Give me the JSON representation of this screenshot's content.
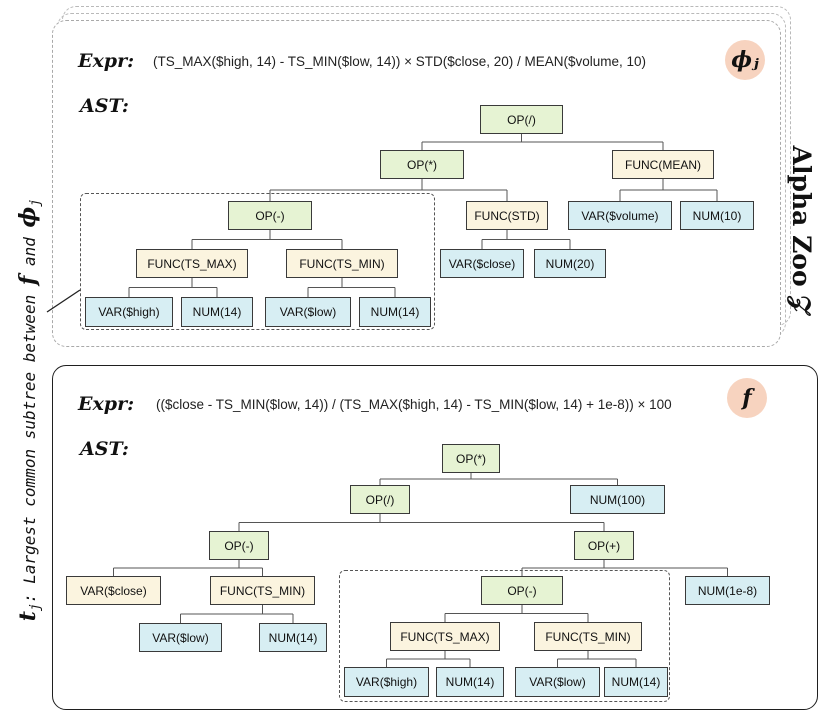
{
  "alpha_zoo": {
    "title": "Alpha Zoo 𝒵",
    "badge": "ϕⱼ",
    "expr_label": "Expr:",
    "expr": "(TS_MAX($high, 14) - TS_MIN($low, 14)) × STD($close, 20) / MEAN($volume, 10)",
    "ast_label": "AST:",
    "nodes": [
      {
        "id": "z_root",
        "label": "OP(/)",
        "kind": "op"
      },
      {
        "id": "z_mul",
        "label": "OP(*)",
        "kind": "op"
      },
      {
        "id": "z_mean",
        "label": "FUNC(MEAN)",
        "kind": "func"
      },
      {
        "id": "z_sub",
        "label": "OP(-)",
        "kind": "op"
      },
      {
        "id": "z_std",
        "label": "FUNC(STD)",
        "kind": "func"
      },
      {
        "id": "z_vol",
        "label": "VAR($volume)",
        "kind": "leaf"
      },
      {
        "id": "z_n10",
        "label": "NUM(10)",
        "kind": "leaf"
      },
      {
        "id": "z_tsmax",
        "label": "FUNC(TS_MAX)",
        "kind": "func"
      },
      {
        "id": "z_tsmin",
        "label": "FUNC(TS_MIN)",
        "kind": "func"
      },
      {
        "id": "z_close",
        "label": "VAR($close)",
        "kind": "leaf"
      },
      {
        "id": "z_n20",
        "label": "NUM(20)",
        "kind": "leaf"
      },
      {
        "id": "z_high",
        "label": "VAR($high)",
        "kind": "leaf"
      },
      {
        "id": "z_n14a",
        "label": "NUM(14)",
        "kind": "leaf"
      },
      {
        "id": "z_low",
        "label": "VAR($low)",
        "kind": "leaf"
      },
      {
        "id": "z_n14b",
        "label": "NUM(14)",
        "kind": "leaf"
      }
    ]
  },
  "factor_f": {
    "badge": "f",
    "expr_label": "Expr:",
    "expr": "(($close - TS_MIN($low, 14)) / (TS_MAX($high, 14) - TS_MIN($low, 14) + 1e-8)) × 100",
    "ast_label": "AST:",
    "nodes": [
      {
        "id": "f_root",
        "label": "OP(*)",
        "kind": "op"
      },
      {
        "id": "f_div",
        "label": "OP(/)",
        "kind": "op"
      },
      {
        "id": "f_n100",
        "label": "NUM(100)",
        "kind": "leaf"
      },
      {
        "id": "f_sub1",
        "label": "OP(-)",
        "kind": "op"
      },
      {
        "id": "f_add",
        "label": "OP(+)",
        "kind": "op"
      },
      {
        "id": "f_close",
        "label": "VAR($close)",
        "kind": "func"
      },
      {
        "id": "f_tsmin1",
        "label": "FUNC(TS_MIN)",
        "kind": "func"
      },
      {
        "id": "f_sub2",
        "label": "OP(-)",
        "kind": "op"
      },
      {
        "id": "f_eps",
        "label": "NUM(1e-8)",
        "kind": "leaf"
      },
      {
        "id": "f_low1",
        "label": "VAR($low)",
        "kind": "leaf"
      },
      {
        "id": "f_n14a",
        "label": "NUM(14)",
        "kind": "leaf"
      },
      {
        "id": "f_tsmax",
        "label": "FUNC(TS_MAX)",
        "kind": "func"
      },
      {
        "id": "f_tsmin2",
        "label": "FUNC(TS_MIN)",
        "kind": "func"
      },
      {
        "id": "f_high",
        "label": "VAR($high)",
        "kind": "leaf"
      },
      {
        "id": "f_n14b",
        "label": "NUM(14)",
        "kind": "leaf"
      },
      {
        "id": "f_low2",
        "label": "VAR($low)",
        "kind": "leaf"
      },
      {
        "id": "f_n14c",
        "label": "NUM(14)",
        "kind": "leaf"
      }
    ]
  },
  "side_label": {
    "t": "t",
    "t_sub": "j",
    "text_prefix": ": Largest common subtree between ",
    "f": "f",
    "and": " and ",
    "phi": "ϕ",
    "phi_sub": "j"
  }
}
